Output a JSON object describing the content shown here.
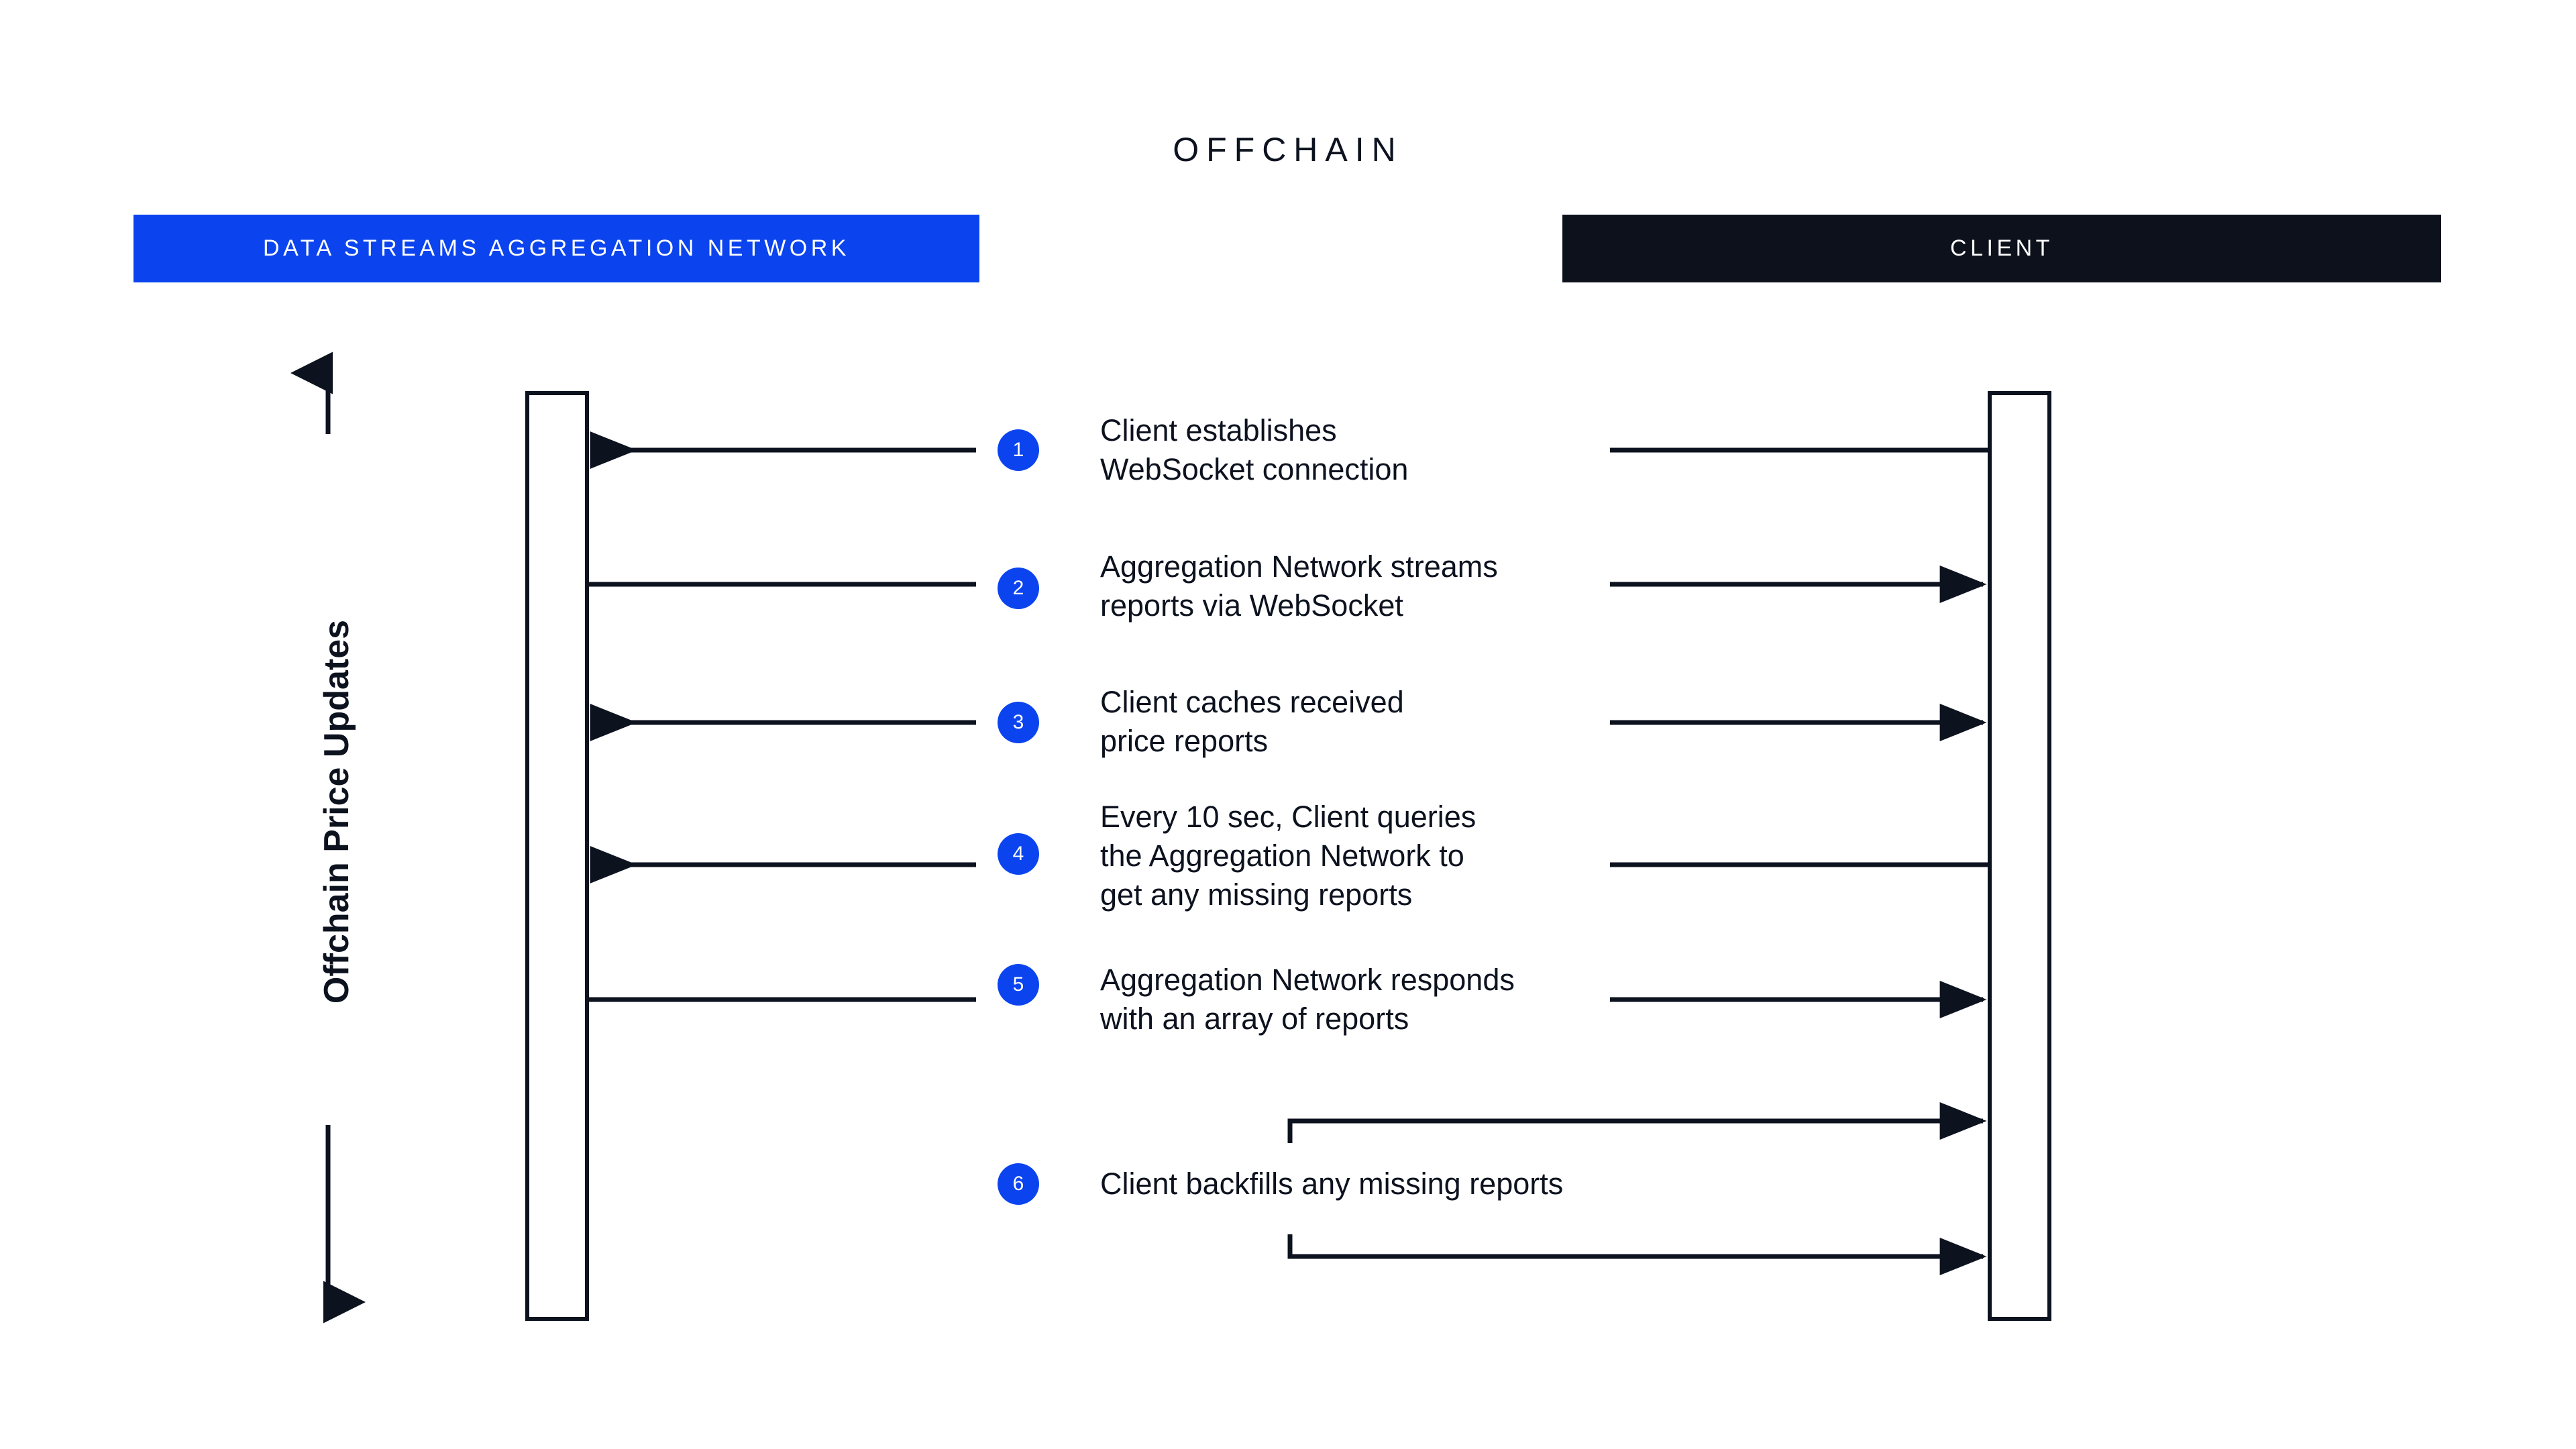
{
  "diagram": {
    "title": "OFFCHAIN",
    "background": "#ffffff",
    "accent_blue": "#0b44ef",
    "ink": "#0d121f"
  },
  "actors": [
    {
      "id": "aggregation-network",
      "label": "DATA STREAMS AGGREGATION NETWORK",
      "color": "#0b44ef"
    },
    {
      "id": "client",
      "label": "CLIENT",
      "color": "#0c111c"
    }
  ],
  "axis": {
    "label": "Offchain Price Updates",
    "direction": "double-headed-vertical"
  },
  "steps": [
    {
      "number": "1",
      "text": "Client establishes\nWebSocket connection",
      "direction": "client-to-network"
    },
    {
      "number": "2",
      "text": "Aggregation Network streams\nreports via WebSocket",
      "direction": "network-to-client"
    },
    {
      "number": "3",
      "text": "Client caches received\nprice reports",
      "direction": "client-to-network"
    },
    {
      "number": "4",
      "text": "Every 10 sec, Client queries\nthe Aggregation Network to\nget any missing reports",
      "direction": "client-to-network"
    },
    {
      "number": "5",
      "text": "Aggregation Network responds\nwith an array of reports",
      "direction": "network-to-client"
    },
    {
      "number": "6",
      "text": "Client backfills any missing reports",
      "direction": "client-self-loop"
    }
  ]
}
